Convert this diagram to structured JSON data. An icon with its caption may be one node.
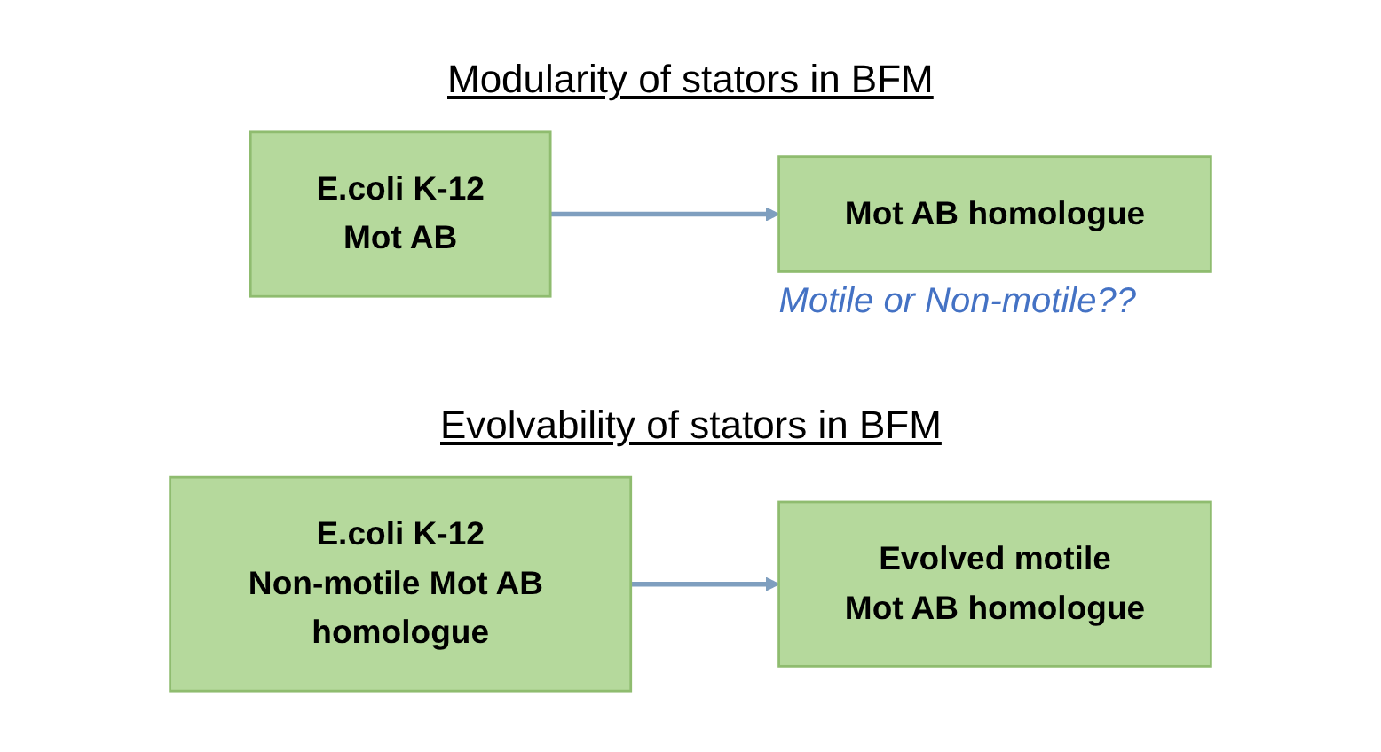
{
  "diagram": {
    "nodes": [
      {
        "text": [
          "E.coli K-12",
          "Mot AB"
        ]
      },
      {
        "text": [
          "Mot AB homologue"
        ],
        "beside": [
          "Motile or Non-motile??"
        ]
      },
      {
        "text": [
          "E.coli K-12",
          "Non-motile Mot AB homologue"
        ]
      },
      {
        "text": [
          "Evolved motile",
          "Mot AB homologue"
        ]
      }
    ],
    "edges": [
      {
        "from": 0,
        "to": 1,
        "arrow": "to"
      },
      {
        "from": 2,
        "to": 3,
        "arrow": "to"
      }
    ],
    "labels": [
      "Modularity of stators in BFM",
      "Evolvability of stators in BFM"
    ]
  }
}
